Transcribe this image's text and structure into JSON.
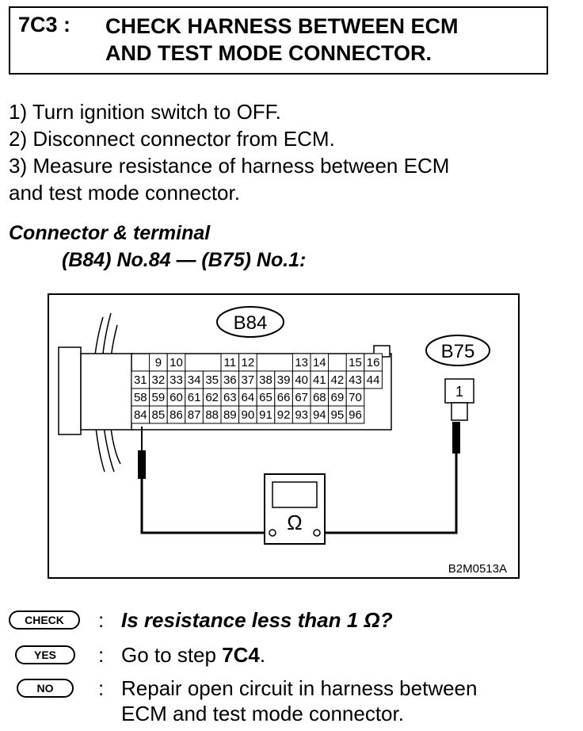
{
  "header": {
    "step_id": "7C3 :",
    "title_line1": "CHECK HARNESS BETWEEN ECM",
    "title_line2": "AND TEST MODE CONNECTOR."
  },
  "procedure": [
    "1)  Turn ignition switch to OFF.",
    "2)  Disconnect connector from ECM.",
    "3)  Measure resistance of harness between ECM",
    "and test mode connector."
  ],
  "connector": {
    "heading": "Connector & terminal",
    "spec": "(B84) No.84 — (B75) No.1:"
  },
  "figure": {
    "ecm_label": "B84",
    "test_label": "B75",
    "test_pin": "1",
    "meter_symbol": "Ω",
    "code": "B2M0513A",
    "row1": [
      "9",
      "10",
      "11",
      "12",
      "13",
      "14",
      "15",
      "16"
    ],
    "row2": [
      "31",
      "32",
      "33",
      "34",
      "35",
      "36",
      "37",
      "38",
      "39",
      "40",
      "41",
      "42",
      "43",
      "44"
    ],
    "row3": [
      "58",
      "59",
      "60",
      "61",
      "62",
      "63",
      "64",
      "65",
      "66",
      "67",
      "68",
      "69",
      "70"
    ],
    "row4": [
      "84",
      "85",
      "86",
      "87",
      "88",
      "89",
      "90",
      "91",
      "92",
      "93",
      "94",
      "95",
      "96"
    ]
  },
  "decision": {
    "check_badge": "CHECK",
    "question": "Is resistance less than 1 Ω?",
    "yes_badge": "YES",
    "yes_prefix": "Go to step ",
    "yes_step": "7C4",
    "yes_suffix": ".",
    "no_badge": "NO",
    "no_line1": "Repair open circuit in harness between",
    "no_line2": "ECM and test mode connector.",
    "colon": ":"
  }
}
